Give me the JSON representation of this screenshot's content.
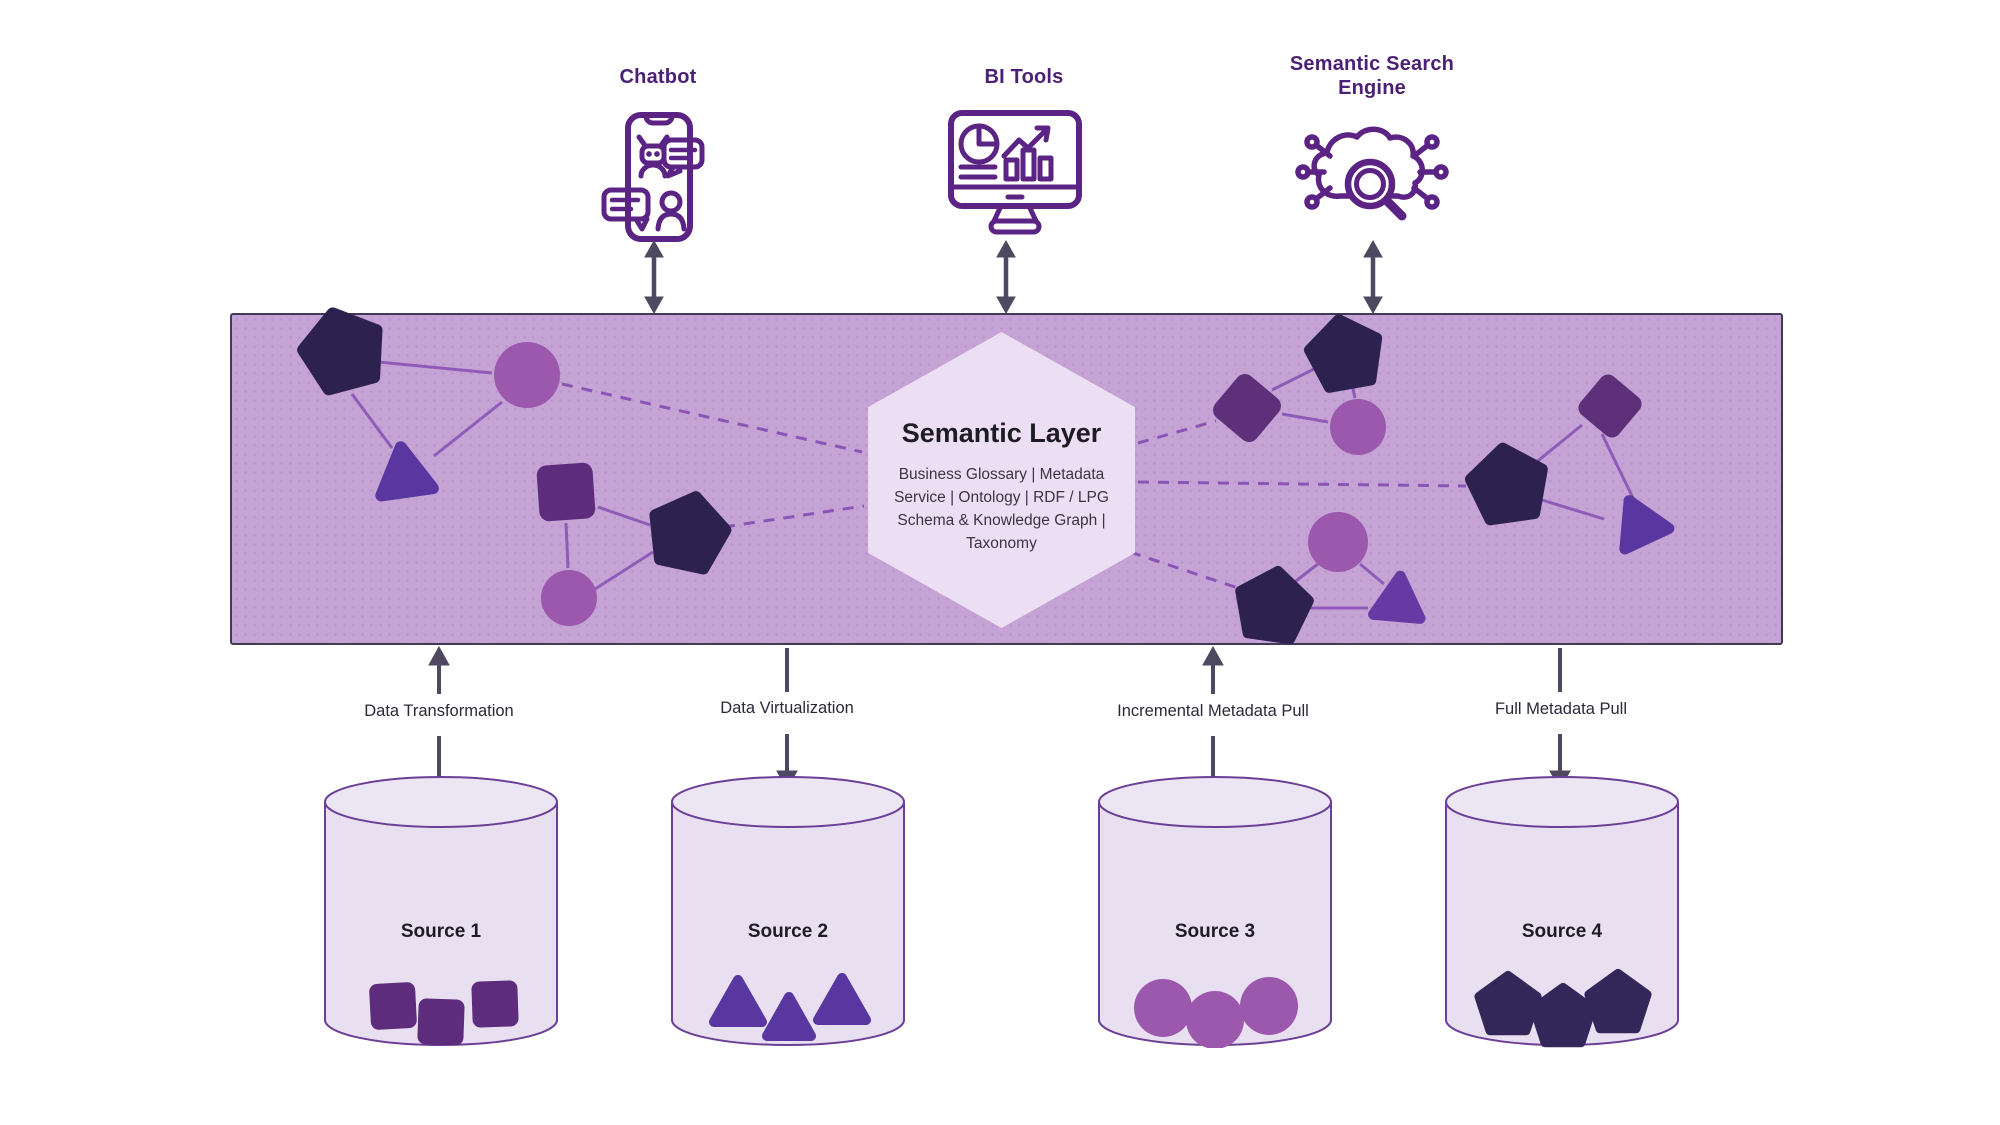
{
  "consumers": [
    {
      "label": "Chatbot",
      "icon": "chatbot-icon"
    },
    {
      "label": "BI Tools",
      "icon": "bi-tools-icon"
    },
    {
      "label": "Semantic Search Engine",
      "icon": "semantic-search-icon"
    }
  ],
  "semantic_layer": {
    "title": "Semantic Layer",
    "description_lines": [
      "Business Glossary | Metadata",
      "Service | Ontology | RDF / LPG",
      "Schema & Knowledge Graph |",
      "Taxonomy"
    ]
  },
  "flows": [
    {
      "label": "Data Transformation",
      "direction": "up"
    },
    {
      "label": "Data Virtualization",
      "direction": "down"
    },
    {
      "label": "Incremental Metadata Pull",
      "direction": "up"
    },
    {
      "label": "Full Metadata Pull",
      "direction": "down"
    }
  ],
  "sources": [
    {
      "label": "Source 1",
      "shape": "square"
    },
    {
      "label": "Source 2",
      "shape": "triangle"
    },
    {
      "label": "Source 3",
      "shape": "circle"
    },
    {
      "label": "Source 4",
      "shape": "pentagon"
    }
  ],
  "colors": {
    "band_fill": "#c5a3d5",
    "band_border": "#413a56",
    "hexagon_fill": "#ecdff3",
    "icon_purple": "#5b2383",
    "label_purple": "#4b2175",
    "arrow_slate": "#4e4960",
    "connector_purple": "#8e5cb8",
    "pentagon_dark": "#2d2150",
    "square_purple": "#5e2c7d",
    "triangle_violet": "#5936a0",
    "circle_orchid": "#9c58ad",
    "cylinder_fill": "#e8e0f0",
    "cylinder_stroke": "#6b3f96"
  }
}
